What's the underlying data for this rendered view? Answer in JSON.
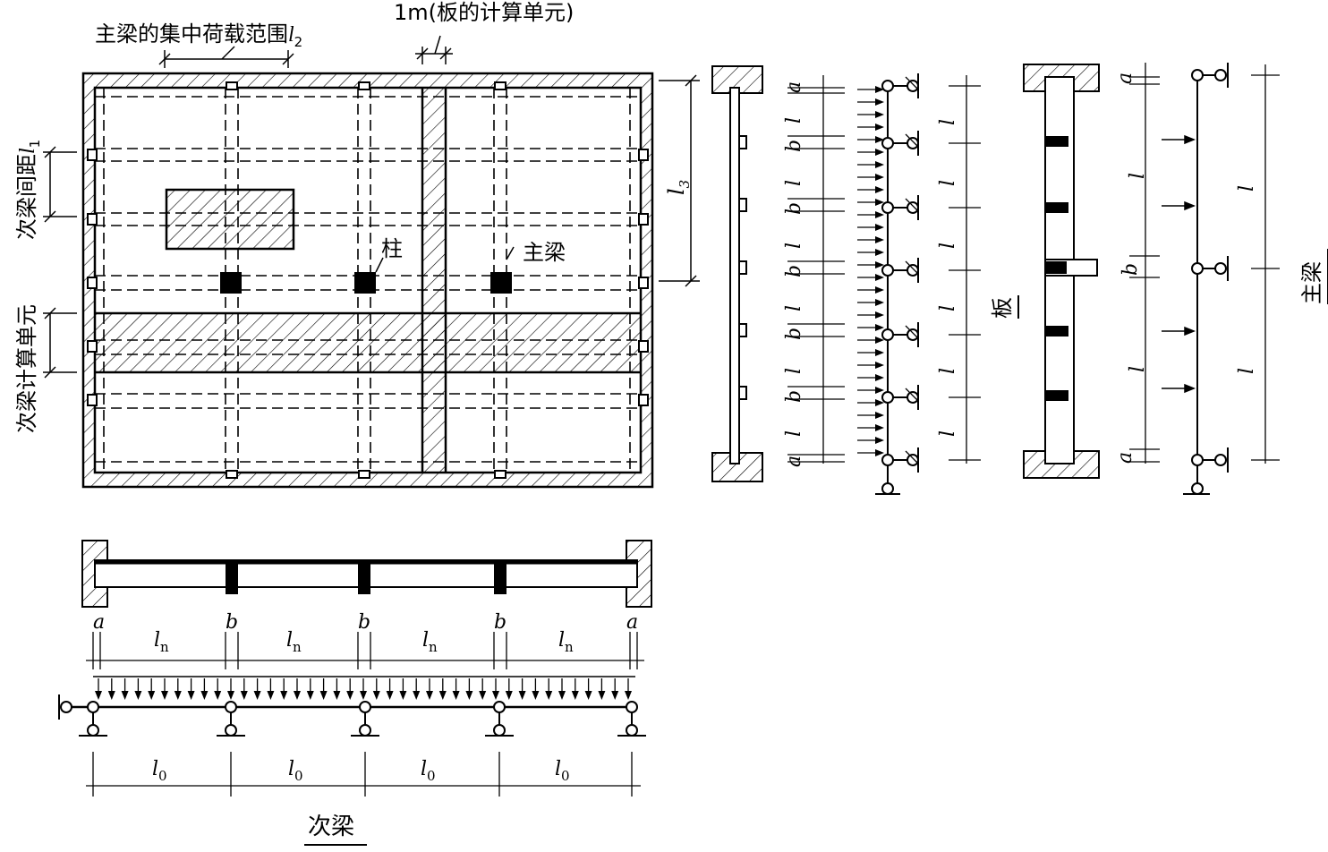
{
  "labels": {
    "main_beam_load_range": "主梁的集中荷载范围",
    "main_beam_load_range_symbol": "l",
    "main_beam_load_range_sub": "2",
    "slab_unit": "1m(板的计算单元)",
    "secondary_spacing": "次梁间距",
    "secondary_spacing_symbol": "l",
    "secondary_spacing_sub": "1",
    "secondary_unit": "次梁计算单元",
    "l3_symbol": "l",
    "l3_sub": "3",
    "column": "柱",
    "main_beam": "主梁",
    "slab_caption": "板",
    "main_beam_caption": "主梁",
    "secondary_beam_caption": "次梁"
  },
  "dims": {
    "a": "a",
    "b": "b",
    "l": "l",
    "n": "n",
    "zero": "0"
  }
}
